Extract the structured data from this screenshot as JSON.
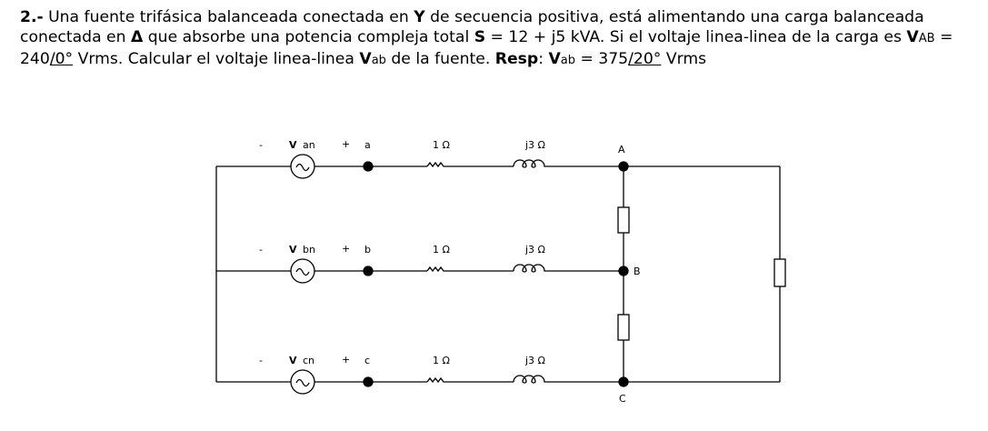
{
  "problem": {
    "number": "2.-",
    "t1": " Una fuente trifásica balanceada conectada en ",
    "Y": "Y",
    "t2": " de secuencia positiva, está alimentando una carga balanceada conectada en ",
    "delta": "Δ",
    "t3": " que absorbe una potencia compleja total ",
    "S": "S",
    "t4": " = 12 + j5 kVA. Si el voltaje linea-linea de la carga es ",
    "VAB_V": "V",
    "VAB_sub": "AB",
    "t5": " = 240",
    "angle1": "/0°",
    "t6": " Vrms. Calcular el voltaje linea-linea ",
    "Vab_V": "V",
    "Vab_sub": "ab",
    "t7": " de la fuente. ",
    "resp_label": "Resp",
    "t8": ": ",
    "ans_V": "V",
    "ans_sub": "ab",
    "t9": " = 375",
    "angle2": "/20°",
    "t10": " Vrms"
  },
  "circuit": {
    "phases": [
      {
        "source": "V",
        "sub": "an",
        "minus": "-",
        "plus": "+",
        "node": "a",
        "R": "1 Ω",
        "L": "j3 Ω",
        "load_node": "A"
      },
      {
        "source": "V",
        "sub": "bn",
        "minus": "-",
        "plus": "+",
        "node": "b",
        "R": "1 Ω",
        "L": "j3 Ω",
        "load_node": "B"
      },
      {
        "source": "V",
        "sub": "cn",
        "minus": "-",
        "plus": "+",
        "node": "c",
        "R": "1 Ω",
        "L": "j3 Ω",
        "load_node": "C"
      }
    ]
  }
}
